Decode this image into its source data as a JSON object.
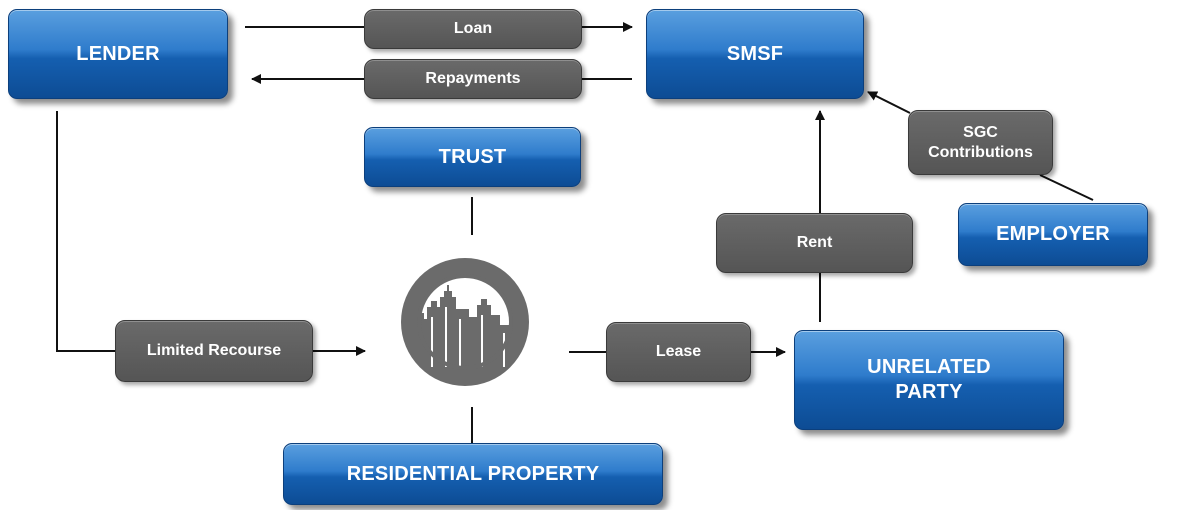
{
  "nodes": {
    "lender": "LENDER",
    "smsf": "SMSF",
    "trust": "TRUST",
    "employer": "EMPLOYER",
    "unrelated_party": "UNRELATED\nPARTY",
    "residential_property": "RESIDENTIAL PROPERTY"
  },
  "labels": {
    "loan": "Loan",
    "repayments": "Repayments",
    "sgc_contributions": "SGC\nContributions",
    "rent": "Rent",
    "limited_recourse": "Limited Recourse",
    "lease": "Lease"
  },
  "colors": {
    "node_blue": "#155fb0",
    "label_grey": "#5a5a5a",
    "connector": "#111111",
    "icon_grey": "#6b6b6b"
  },
  "icons": {
    "center": "city-skyline-icon"
  }
}
